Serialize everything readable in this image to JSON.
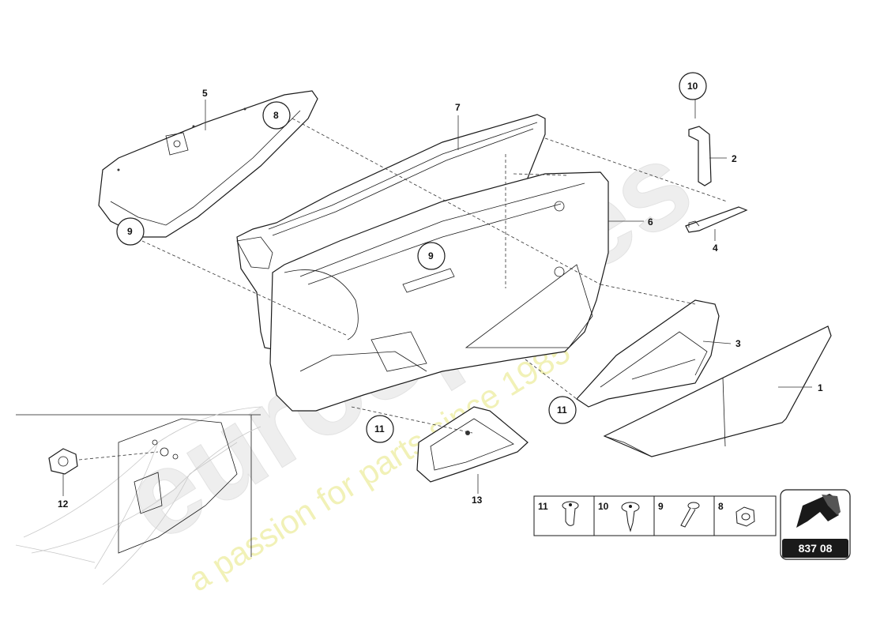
{
  "callouts": [
    {
      "id": "c1",
      "label": "1"
    },
    {
      "id": "c2",
      "label": "2"
    },
    {
      "id": "c3",
      "label": "3"
    },
    {
      "id": "c4",
      "label": "4"
    },
    {
      "id": "c5",
      "label": "5"
    },
    {
      "id": "c6",
      "label": "6"
    },
    {
      "id": "c7",
      "label": "7"
    },
    {
      "id": "c8",
      "label": "8"
    },
    {
      "id": "c9a",
      "label": "9"
    },
    {
      "id": "c9b",
      "label": "9"
    },
    {
      "id": "c10",
      "label": "10"
    },
    {
      "id": "c11a",
      "label": "11"
    },
    {
      "id": "c11b",
      "label": "11"
    },
    {
      "id": "c12",
      "label": "12"
    },
    {
      "id": "c13",
      "label": "13"
    }
  ],
  "fastener_legend": [
    {
      "label": "11",
      "icon": "flange-bolt-icon"
    },
    {
      "label": "10",
      "icon": "flange-screw-icon"
    },
    {
      "label": "9",
      "icon": "screw-icon"
    },
    {
      "label": "8",
      "icon": "hex-nut-icon"
    }
  ],
  "diagram_badge": {
    "label": "837 08",
    "icon": "arrow-icon"
  },
  "watermark": {
    "brand": "eurospares",
    "tagline": "a passion for parts since 1985"
  },
  "colors": {
    "line": "#1a1a1a",
    "watermark_gray": "#e6e6e6",
    "watermark_yellow": "#f2f2b8",
    "badge_bg": "#ffffff"
  }
}
